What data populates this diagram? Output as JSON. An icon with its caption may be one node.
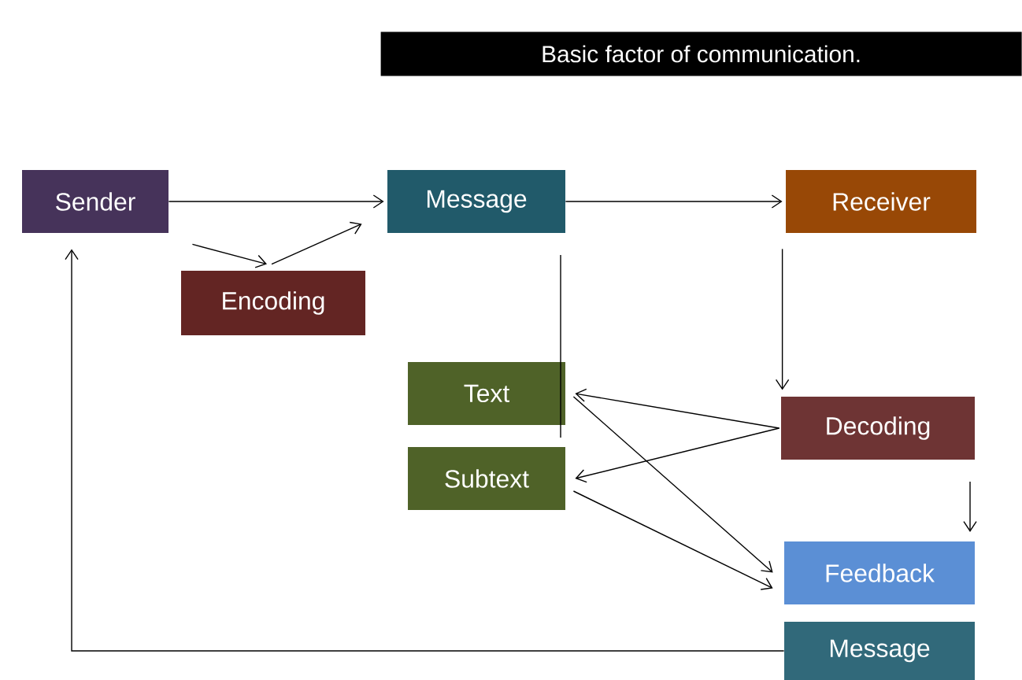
{
  "diagram": {
    "title": "Basic factor of communication.",
    "nodes": [
      {
        "text": [
          "Sender"
        ]
      },
      {
        "text": [
          "Encoding"
        ]
      },
      {
        "text": [
          "Message"
        ]
      },
      {
        "text": [
          "Receiver"
        ]
      },
      {
        "text": [
          "Text"
        ]
      },
      {
        "text": [
          "Subtext"
        ]
      },
      {
        "text": [
          "Decoding"
        ]
      },
      {
        "text": [
          "Feedback"
        ]
      },
      {
        "text": [
          "Message"
        ]
      }
    ],
    "edges": [
      {
        "from": 0,
        "to": 2,
        "arrow": "to"
      },
      {
        "from": 0,
        "to": 1,
        "arrow": "to"
      },
      {
        "from": 1,
        "to": 2,
        "arrow": "to"
      },
      {
        "from": 2,
        "to": 3,
        "arrow": "to"
      },
      {
        "from": 2,
        "to": 5,
        "arrow": "none"
      },
      {
        "from": 3,
        "to": 6,
        "arrow": "to"
      },
      {
        "from": 6,
        "to": 4,
        "arrow": "to"
      },
      {
        "from": 6,
        "to": 5,
        "arrow": "to"
      },
      {
        "from": 4,
        "to": 7,
        "arrow": "to"
      },
      {
        "from": 5,
        "to": 7,
        "arrow": "to"
      },
      {
        "from": 6,
        "to": 7,
        "arrow": "to"
      },
      {
        "from": 8,
        "to": 0,
        "arrow": "to"
      }
    ]
  }
}
